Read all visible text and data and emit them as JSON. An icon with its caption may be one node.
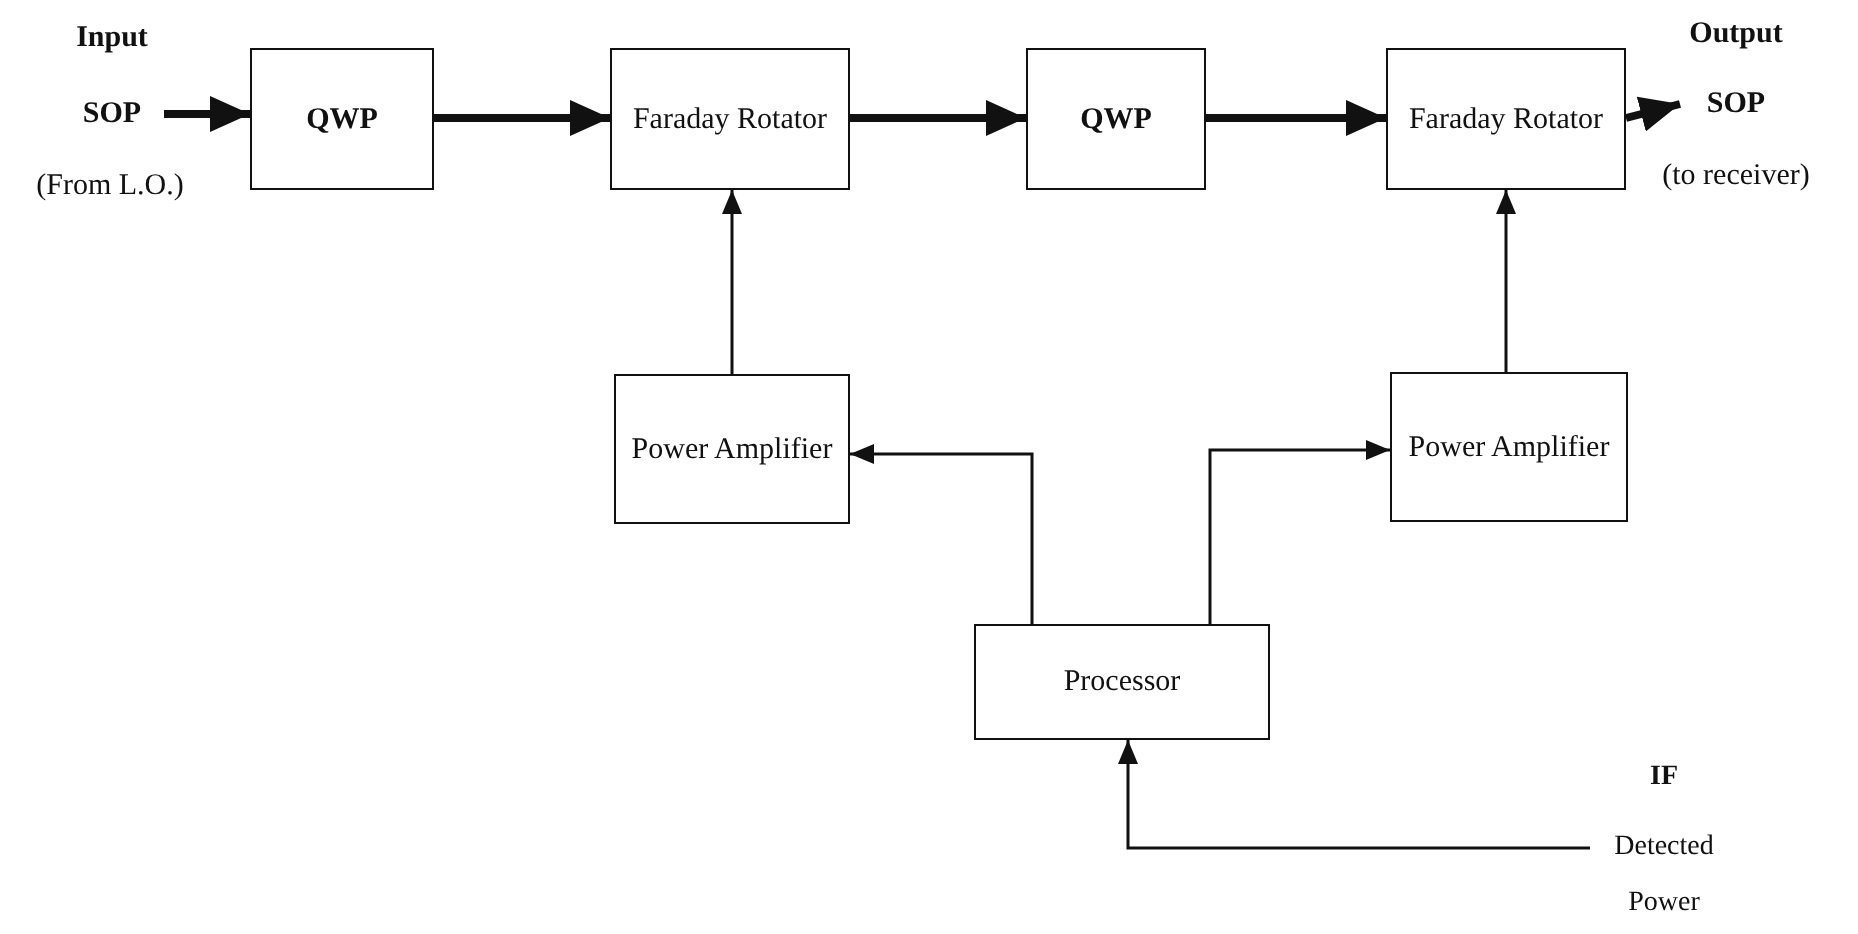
{
  "diagram": {
    "nodes": [
      {
        "text": [
          "Input SOP"
        ],
        "beside": [
          "(From L.O.)"
        ]
      },
      {
        "text": [
          "QWP"
        ]
      },
      {
        "text": [
          "Faraday Rotator"
        ]
      },
      {
        "text": [
          "QWP"
        ]
      },
      {
        "text": [
          "Faraday Rotator"
        ]
      },
      {
        "text": [
          "Output SOP"
        ],
        "beside": [
          "(to receiver)"
        ]
      },
      {
        "text": [
          "Power Amplifier"
        ]
      },
      {
        "text": [
          "Power Amplifier"
        ]
      },
      {
        "text": [
          "Processor"
        ]
      },
      {
        "text": [
          "IF",
          "Detected Power"
        ]
      }
    ],
    "edges": [
      {
        "from": 0,
        "to": 1,
        "arrow": "to",
        "style": "thick"
      },
      {
        "from": 1,
        "to": 2,
        "arrow": "to",
        "style": "thick"
      },
      {
        "from": 2,
        "to": 3,
        "arrow": "to",
        "style": "thick"
      },
      {
        "from": 3,
        "to": 4,
        "arrow": "to",
        "style": "thick"
      },
      {
        "from": 4,
        "to": 5,
        "arrow": "to",
        "style": "thick"
      },
      {
        "from": 6,
        "to": 2,
        "arrow": "to"
      },
      {
        "from": 7,
        "to": 4,
        "arrow": "to"
      },
      {
        "from": 8,
        "to": 6,
        "arrow": "to"
      },
      {
        "from": 8,
        "to": 7,
        "arrow": "to"
      },
      {
        "from": 9,
        "to": 8,
        "arrow": "to"
      }
    ]
  }
}
